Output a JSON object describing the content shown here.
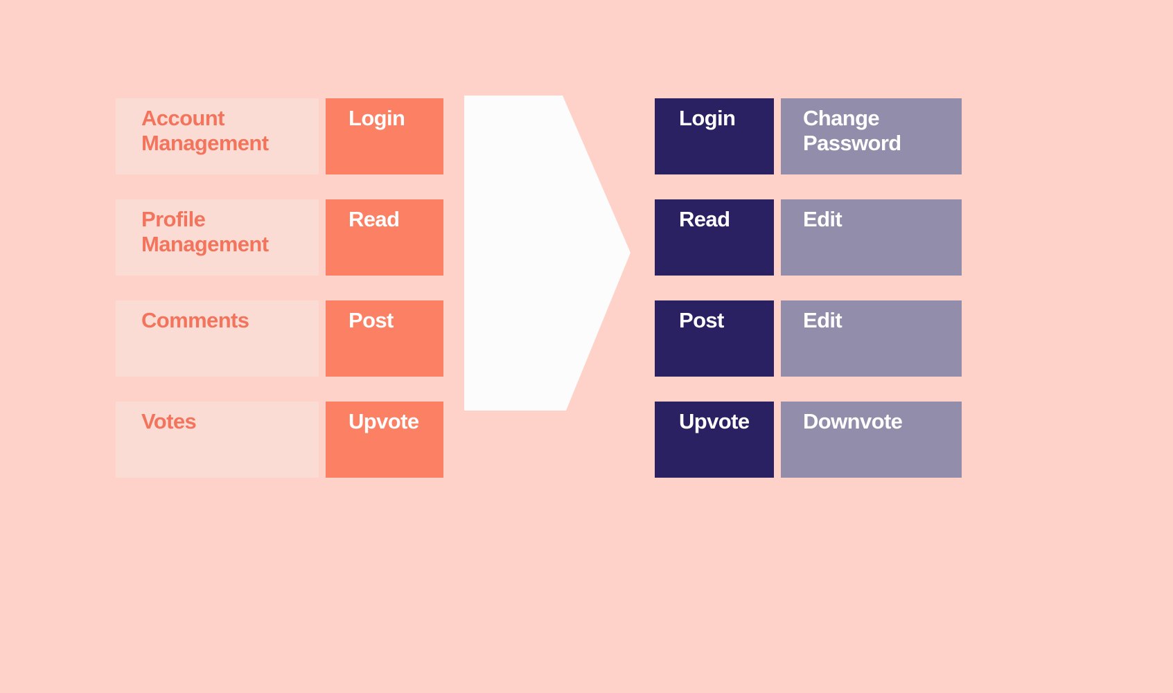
{
  "canvas": {
    "background": "#fed2c8"
  },
  "colors": {
    "category_box_bg": "#fbdcd5",
    "category_text": "#f3745c",
    "mvp_box_bg": "#fb8064",
    "primary_box_bg": "#2a2163",
    "secondary_box_bg": "#918dab",
    "box_text_light": "#fefefe",
    "arrow_fill": "#fdfcfc"
  },
  "left_rows": [
    {
      "category": "Account Management",
      "feature": "Login"
    },
    {
      "category": "Profile Management",
      "feature": "Read"
    },
    {
      "category": "Comments",
      "feature": "Post"
    },
    {
      "category": "Votes",
      "feature": "Upvote"
    }
  ],
  "right_rows": [
    {
      "feature": "Login",
      "next_feature": "Change Password"
    },
    {
      "feature": "Read",
      "next_feature": "Edit"
    },
    {
      "feature": "Post",
      "next_feature": "Edit"
    },
    {
      "feature": "Upvote",
      "next_feature": "Downvote"
    }
  ]
}
